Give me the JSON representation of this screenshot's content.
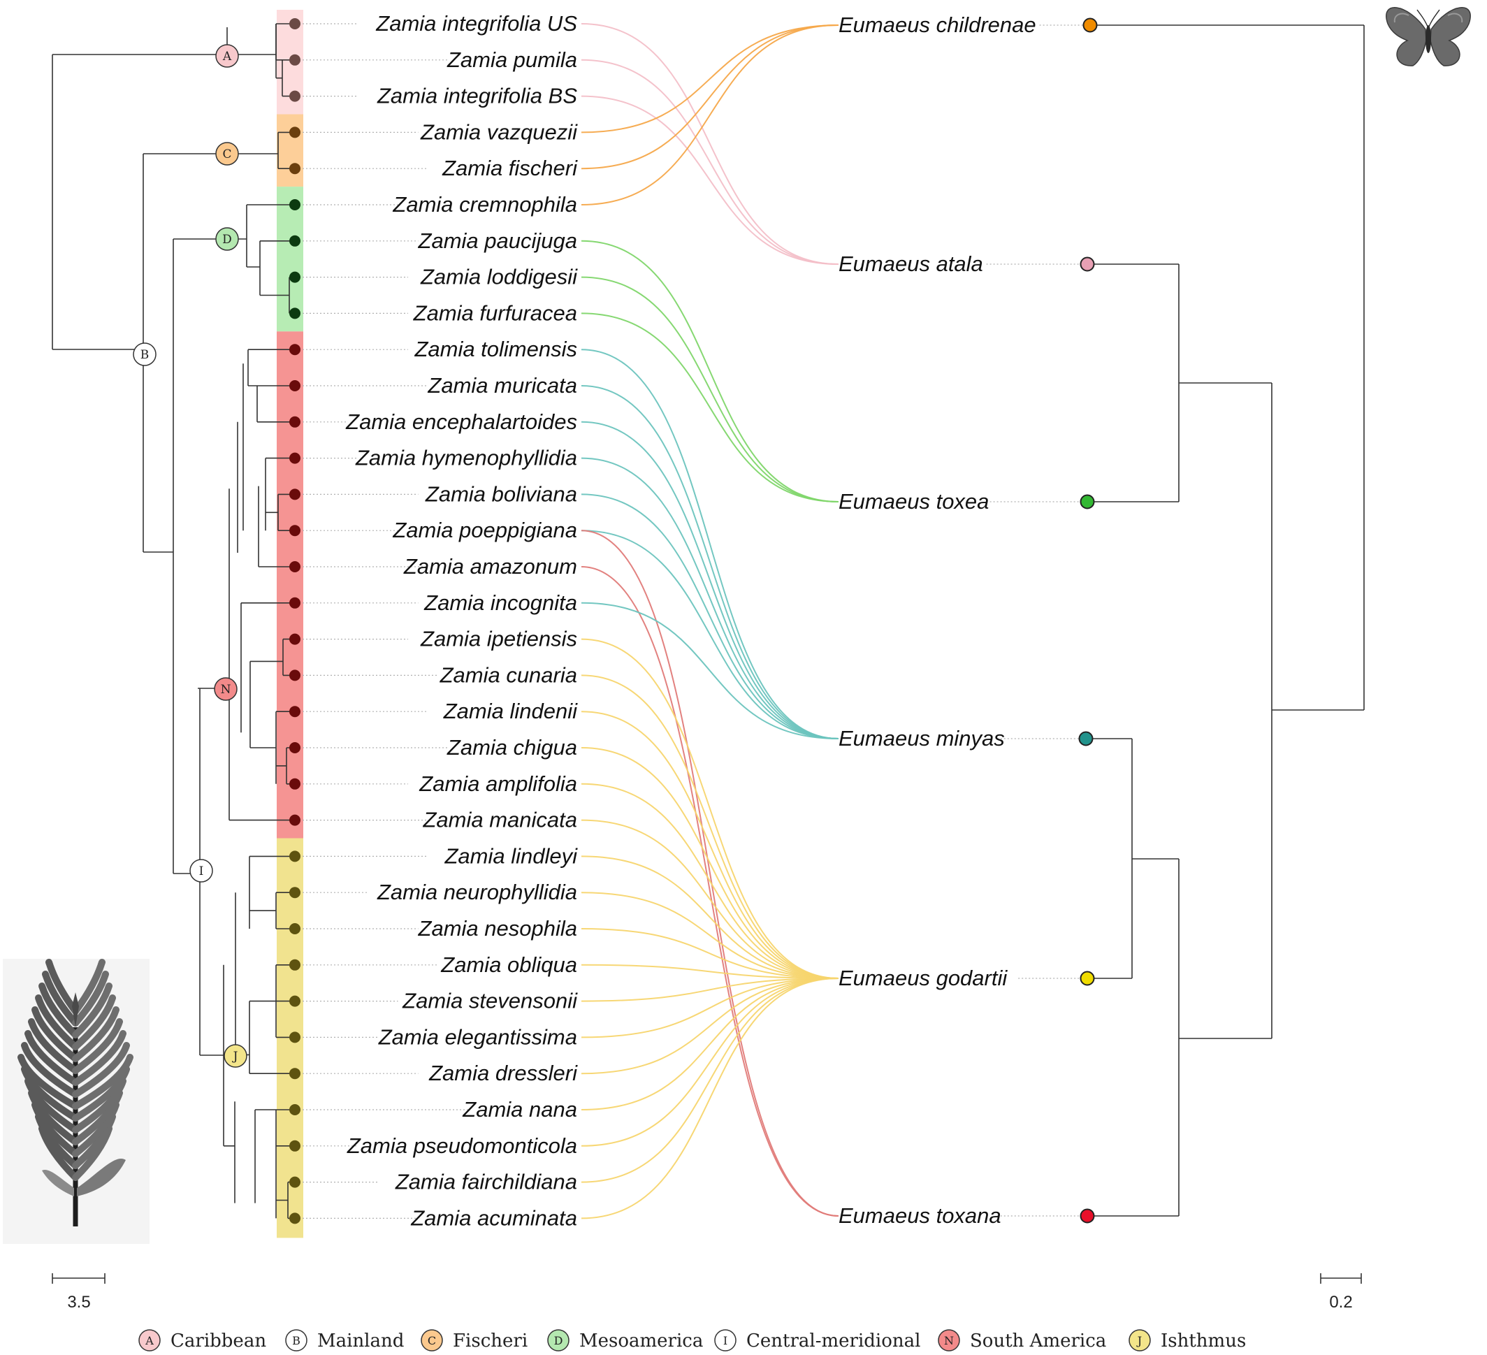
{
  "zamia_taxa": [
    {
      "name": "Zamia integrifolia US",
      "clade": "A"
    },
    {
      "name": "Zamia pumila",
      "clade": "A"
    },
    {
      "name": "Zamia integrifolia BS",
      "clade": "A"
    },
    {
      "name": "Zamia vazquezii",
      "clade": "C"
    },
    {
      "name": "Zamia fischeri",
      "clade": "C"
    },
    {
      "name": "Zamia cremnophila",
      "clade": "D"
    },
    {
      "name": "Zamia paucijuga",
      "clade": "D"
    },
    {
      "name": "Zamia loddigesii",
      "clade": "D"
    },
    {
      "name": "Zamia furfuracea",
      "clade": "D"
    },
    {
      "name": "Zamia tolimensis",
      "clade": "N"
    },
    {
      "name": "Zamia muricata",
      "clade": "N"
    },
    {
      "name": "Zamia encephalartoides",
      "clade": "N"
    },
    {
      "name": "Zamia hymenophyllidia",
      "clade": "N"
    },
    {
      "name": "Zamia boliviana",
      "clade": "N"
    },
    {
      "name": "Zamia poeppigiana",
      "clade": "N"
    },
    {
      "name": "Zamia amazonum",
      "clade": "N"
    },
    {
      "name": "Zamia incognita",
      "clade": "N"
    },
    {
      "name": "Zamia ipetiensis",
      "clade": "N"
    },
    {
      "name": "Zamia cunaria",
      "clade": "N"
    },
    {
      "name": "Zamia lindenii",
      "clade": "N"
    },
    {
      "name": "Zamia chigua",
      "clade": "N"
    },
    {
      "name": "Zamia amplifolia",
      "clade": "N"
    },
    {
      "name": "Zamia manicata",
      "clade": "N"
    },
    {
      "name": "Zamia lindleyi",
      "clade": "J"
    },
    {
      "name": "Zamia neurophyllidia",
      "clade": "J"
    },
    {
      "name": "Zamia nesophila",
      "clade": "J"
    },
    {
      "name": "Zamia obliqua",
      "clade": "J"
    },
    {
      "name": "Zamia stevensonii",
      "clade": "J"
    },
    {
      "name": "Zamia elegantissima",
      "clade": "J"
    },
    {
      "name": "Zamia dressleri",
      "clade": "J"
    },
    {
      "name": "Zamia nana",
      "clade": "J"
    },
    {
      "name": "Zamia pseudomonticola",
      "clade": "J"
    },
    {
      "name": "Zamia fairchildiana",
      "clade": "J"
    },
    {
      "name": "Zamia acuminata",
      "clade": "J"
    }
  ],
  "eumaeus_taxa": [
    {
      "name": "Eumaeus childrenae",
      "color": "#f08c00"
    },
    {
      "name": "Eumaeus atala",
      "color": "#e8a0b4"
    },
    {
      "name": "Eumaeus toxea",
      "color": "#33b833"
    },
    {
      "name": "Eumaeus minyas",
      "color": "#22938c"
    },
    {
      "name": "Eumaeus godartii",
      "color": "#f0dc00"
    },
    {
      "name": "Eumaeus toxana",
      "color": "#e8102a"
    }
  ],
  "associations": [
    {
      "plant": "Zamia integrifolia US",
      "butterfly": "Eumaeus atala",
      "color": "#f3bfc8"
    },
    {
      "plant": "Zamia pumila",
      "butterfly": "Eumaeus atala",
      "color": "#f3bfc8"
    },
    {
      "plant": "Zamia integrifolia BS",
      "butterfly": "Eumaeus atala",
      "color": "#f3bfc8"
    },
    {
      "plant": "Zamia vazquezii",
      "butterfly": "Eumaeus childrenae",
      "color": "#f5a84a"
    },
    {
      "plant": "Zamia fischeri",
      "butterfly": "Eumaeus childrenae",
      "color": "#f5a84a"
    },
    {
      "plant": "Zamia cremnophila",
      "butterfly": "Eumaeus childrenae",
      "color": "#f5a84a"
    },
    {
      "plant": "Zamia paucijuga",
      "butterfly": "Eumaeus toxea",
      "color": "#7fd66a"
    },
    {
      "plant": "Zamia loddigesii",
      "butterfly": "Eumaeus toxea",
      "color": "#7fd66a"
    },
    {
      "plant": "Zamia furfuracea",
      "butterfly": "Eumaeus toxea",
      "color": "#7fd66a"
    },
    {
      "plant": "Zamia tolimensis",
      "butterfly": "Eumaeus minyas",
      "color": "#6cc4be"
    },
    {
      "plant": "Zamia muricata",
      "butterfly": "Eumaeus minyas",
      "color": "#6cc4be"
    },
    {
      "plant": "Zamia encephalartoides",
      "butterfly": "Eumaeus minyas",
      "color": "#6cc4be"
    },
    {
      "plant": "Zamia hymenophyllidia",
      "butterfly": "Eumaeus minyas",
      "color": "#6cc4be"
    },
    {
      "plant": "Zamia boliviana",
      "butterfly": "Eumaeus minyas",
      "color": "#6cc4be"
    },
    {
      "plant": "Zamia poeppigiana",
      "butterfly": "Eumaeus minyas",
      "color": "#6cc4be"
    },
    {
      "plant": "Zamia poeppigiana",
      "butterfly": "Eumaeus toxana",
      "color": "#e07a78"
    },
    {
      "plant": "Zamia amazonum",
      "butterfly": "Eumaeus toxana",
      "color": "#e07a78"
    },
    {
      "plant": "Zamia incognita",
      "butterfly": "Eumaeus minyas",
      "color": "#6cc4be"
    },
    {
      "plant": "Zamia ipetiensis",
      "butterfly": "Eumaeus godartii",
      "color": "#f7d56e"
    },
    {
      "plant": "Zamia cunaria",
      "butterfly": "Eumaeus godartii",
      "color": "#f7d56e"
    },
    {
      "plant": "Zamia lindenii",
      "butterfly": "Eumaeus godartii",
      "color": "#f7d56e"
    },
    {
      "plant": "Zamia chigua",
      "butterfly": "Eumaeus godartii",
      "color": "#f7d56e"
    },
    {
      "plant": "Zamia amplifolia",
      "butterfly": "Eumaeus godartii",
      "color": "#f7d56e"
    },
    {
      "plant": "Zamia manicata",
      "butterfly": "Eumaeus godartii",
      "color": "#f7d56e"
    },
    {
      "plant": "Zamia lindleyi",
      "butterfly": "Eumaeus godartii",
      "color": "#f7d56e"
    },
    {
      "plant": "Zamia neurophyllidia",
      "butterfly": "Eumaeus godartii",
      "color": "#f7d56e"
    },
    {
      "plant": "Zamia nesophila",
      "butterfly": "Eumaeus godartii",
      "color": "#f7d56e"
    },
    {
      "plant": "Zamia obliqua",
      "butterfly": "Eumaeus godartii",
      "color": "#f7d56e"
    },
    {
      "plant": "Zamia stevensonii",
      "butterfly": "Eumaeus godartii",
      "color": "#f7d56e"
    },
    {
      "plant": "Zamia elegantissima",
      "butterfly": "Eumaeus godartii",
      "color": "#f7d56e"
    },
    {
      "plant": "Zamia dressleri",
      "butterfly": "Eumaeus godartii",
      "color": "#f7d56e"
    },
    {
      "plant": "Zamia nana",
      "butterfly": "Eumaeus godartii",
      "color": "#f7d56e"
    },
    {
      "plant": "Zamia pseudomonticola",
      "butterfly": "Eumaeus godartii",
      "color": "#f7d56e"
    },
    {
      "plant": "Zamia fairchildiana",
      "butterfly": "Eumaeus godartii",
      "color": "#f7d56e"
    },
    {
      "plant": "Zamia acuminata",
      "butterfly": "Eumaeus godartii",
      "color": "#f7d56e"
    }
  ],
  "clades": [
    {
      "letter": "A",
      "name": "Caribbean",
      "fill": "#f8c9cc",
      "band": "#fddcdd",
      "tip": "#6b4a45"
    },
    {
      "letter": "B",
      "name": "Mainland",
      "fill": "#ffffff",
      "band": "",
      "tip": ""
    },
    {
      "letter": "C",
      "name": "Fischeri",
      "fill": "#fbc98e",
      "band": "#fdcf99",
      "tip": "#6b3f0e"
    },
    {
      "letter": "D",
      "name": "Mesoamerica",
      "fill": "#b4e8b0",
      "band": "#b7ecb4",
      "tip": "#0c3a10"
    },
    {
      "letter": "I",
      "name": "Central-meridional",
      "fill": "#ffffff",
      "band": "",
      "tip": ""
    },
    {
      "letter": "N",
      "name": "South America",
      "fill": "#f28a8a",
      "band": "#f59493",
      "tip": "#6a0b0b"
    },
    {
      "letter": "J",
      "name": "Ishthmus",
      "fill": "#f3e58a",
      "band": "#f1e38f",
      "tip": "#5e5310"
    }
  ],
  "scale_bars": {
    "left_label": "3.5",
    "right_label": "0.2"
  },
  "images": {
    "plant": "cycad-silhouette",
    "butterfly": "butterfly-silhouette"
  }
}
